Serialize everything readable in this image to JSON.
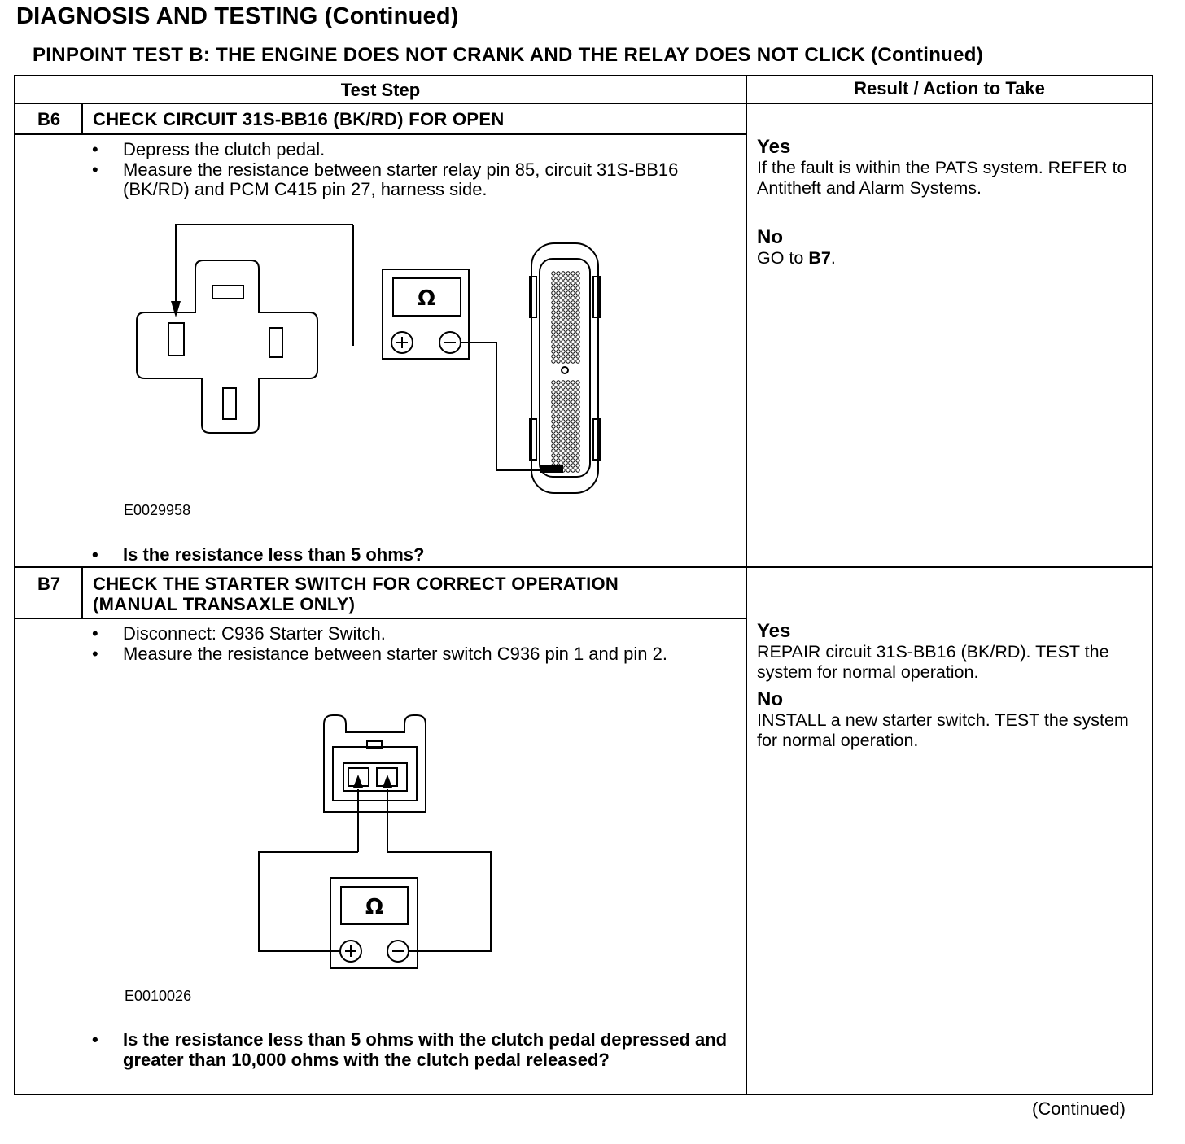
{
  "header": {
    "title": "DIAGNOSIS AND TESTING (Continued)",
    "subtitle": "PINPOINT TEST  B: THE ENGINE DOES NOT CRANK AND THE RELAY DOES NOT CLICK (Continued)"
  },
  "table": {
    "col_test_step": "Test Step",
    "col_result": "Result / Action to Take"
  },
  "steps": [
    {
      "id": "B6",
      "title": "CHECK CIRCUIT 31S-BB16 (BK/RD) FOR OPEN",
      "bullets": [
        "Depress the clutch pedal.",
        "Measure the resistance between starter relay pin 85, circuit 31S-BB16 (BK/RD) and PCM C415 pin 27, harness side."
      ],
      "figure_id": "E0029958",
      "meter_symbol": "Ω",
      "question": "Is the resistance less than 5 ohms?",
      "yes_label": "Yes",
      "yes_text": "If the fault is within the PATS system. REFER to Antitheft and Alarm Systems.",
      "no_label": "No",
      "no_text_prefix": "GO to ",
      "no_text_link": "B7",
      "no_text_suffix": "."
    },
    {
      "id": "B7",
      "title_line1": "CHECK THE STARTER SWITCH FOR CORRECT OPERATION",
      "title_line2": "(MANUAL TRANSAXLE ONLY)",
      "bullets": [
        "Disconnect: C936 Starter Switch.",
        "Measure the resistance between starter switch C936 pin 1 and pin 2."
      ],
      "figure_id": "E0010026",
      "meter_symbol": "Ω",
      "question": "Is the resistance less than 5 ohms with the clutch pedal depressed and greater than 10,000 ohms with the clutch pedal released?",
      "yes_label": "Yes",
      "yes_text": "REPAIR circuit 31S-BB16 (BK/RD). TEST the system for normal operation.",
      "no_label": "No",
      "no_text": "INSTALL a new starter switch. TEST the system for normal operation."
    }
  ],
  "footer": {
    "continued": "(Continued)"
  },
  "bullet_glyph": "•"
}
